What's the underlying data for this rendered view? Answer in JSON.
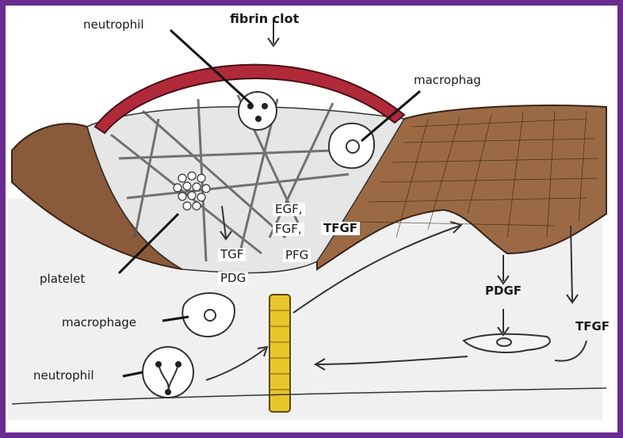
{
  "labels": {
    "fibrin_clot": "fibrin clot",
    "neutrophil_top": "neutrophil",
    "macrophag_top": "macrophag",
    "platelet": "platelet",
    "macrophage_left": "macrophage",
    "neutrophil_left": "neutrophil",
    "egf": "EGF,",
    "fgf": "FGF,",
    "pfg": "PFG",
    "tfgf_center": "TFGF",
    "tgf": "TGF",
    "pdg": "PDG",
    "pdgf": "PDGF",
    "tfgf_right": "TFGF"
  },
  "colors": {
    "frame": "#6a2c91",
    "clot": "#b02a3a",
    "epidermis": "#8a5a3a",
    "vessel": "#e8c62a"
  }
}
